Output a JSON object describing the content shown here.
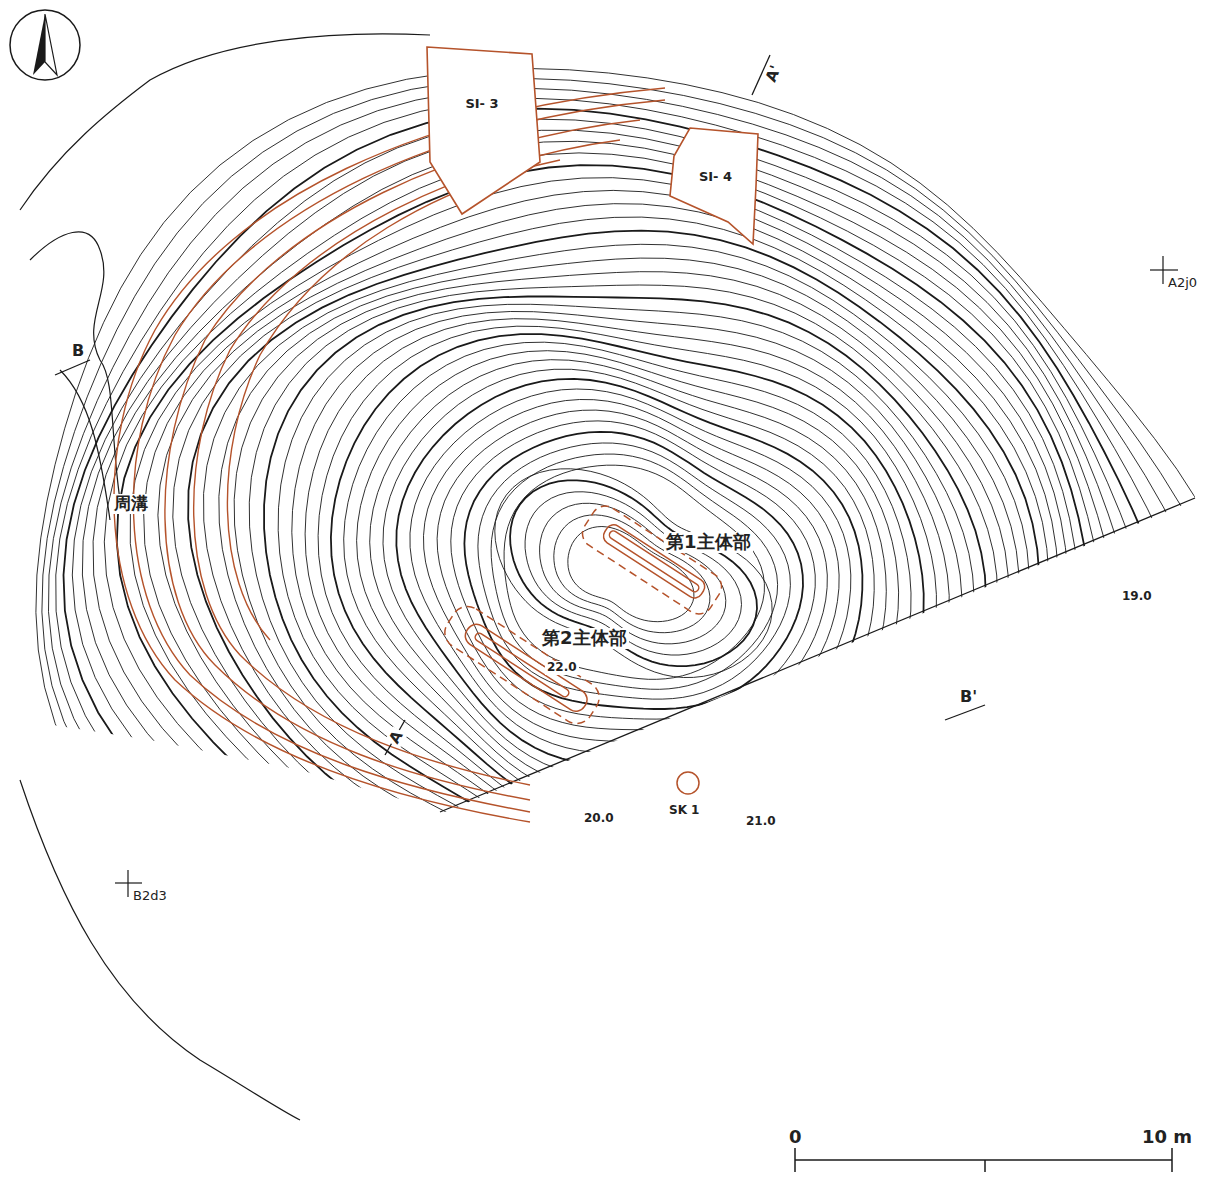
{
  "diagram": {
    "nodes": [
      {
        "text": [
          "SI- 3"
        ]
      },
      {
        "text": [
          "SI- 4"
        ]
      }
    ],
    "labels": [
      "A'",
      "A2j0",
      "B",
      "周溝",
      "第1主体部",
      "第2主体部",
      "22.0",
      "19.0",
      "B'",
      "SK 1",
      "21.0",
      "B2d3",
      "20.0",
      "A",
      "0",
      "10 m"
    ]
  }
}
